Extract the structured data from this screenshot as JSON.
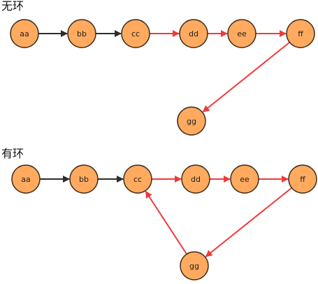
{
  "colors": {
    "node_fill": "#FFAA5E",
    "node_stroke": "#3A2A1A",
    "edge_plain": "#2D2D2D",
    "edge_highlight": "#F03A3A",
    "background": "#FFFFFF"
  },
  "diagrams": [
    {
      "title": "无环",
      "nodes": [
        {
          "id": "aa",
          "label": "aa"
        },
        {
          "id": "bb",
          "label": "bb"
        },
        {
          "id": "cc",
          "label": "cc"
        },
        {
          "id": "dd",
          "label": "dd"
        },
        {
          "id": "ee",
          "label": "ee"
        },
        {
          "id": "ff",
          "label": "ff"
        },
        {
          "id": "gg",
          "label": "gg"
        }
      ],
      "edges": [
        {
          "from": "aa",
          "to": "bb",
          "style": "plain"
        },
        {
          "from": "bb",
          "to": "cc",
          "style": "plain"
        },
        {
          "from": "cc",
          "to": "dd",
          "style": "highlight"
        },
        {
          "from": "dd",
          "to": "ee",
          "style": "highlight"
        },
        {
          "from": "ee",
          "to": "ff",
          "style": "highlight"
        },
        {
          "from": "ff",
          "to": "gg",
          "style": "highlight"
        }
      ]
    },
    {
      "title": "有环",
      "nodes": [
        {
          "id": "aa",
          "label": "aa"
        },
        {
          "id": "bb",
          "label": "bb"
        },
        {
          "id": "cc",
          "label": "cc"
        },
        {
          "id": "dd",
          "label": "dd"
        },
        {
          "id": "ee",
          "label": "ee"
        },
        {
          "id": "ff",
          "label": "ff"
        },
        {
          "id": "gg",
          "label": "gg"
        }
      ],
      "edges": [
        {
          "from": "aa",
          "to": "bb",
          "style": "plain"
        },
        {
          "from": "bb",
          "to": "cc",
          "style": "plain"
        },
        {
          "from": "cc",
          "to": "dd",
          "style": "highlight"
        },
        {
          "from": "dd",
          "to": "ee",
          "style": "highlight"
        },
        {
          "from": "ee",
          "to": "ff",
          "style": "highlight"
        },
        {
          "from": "ff",
          "to": "gg",
          "style": "highlight"
        },
        {
          "from": "gg",
          "to": "cc",
          "style": "highlight"
        }
      ]
    }
  ]
}
